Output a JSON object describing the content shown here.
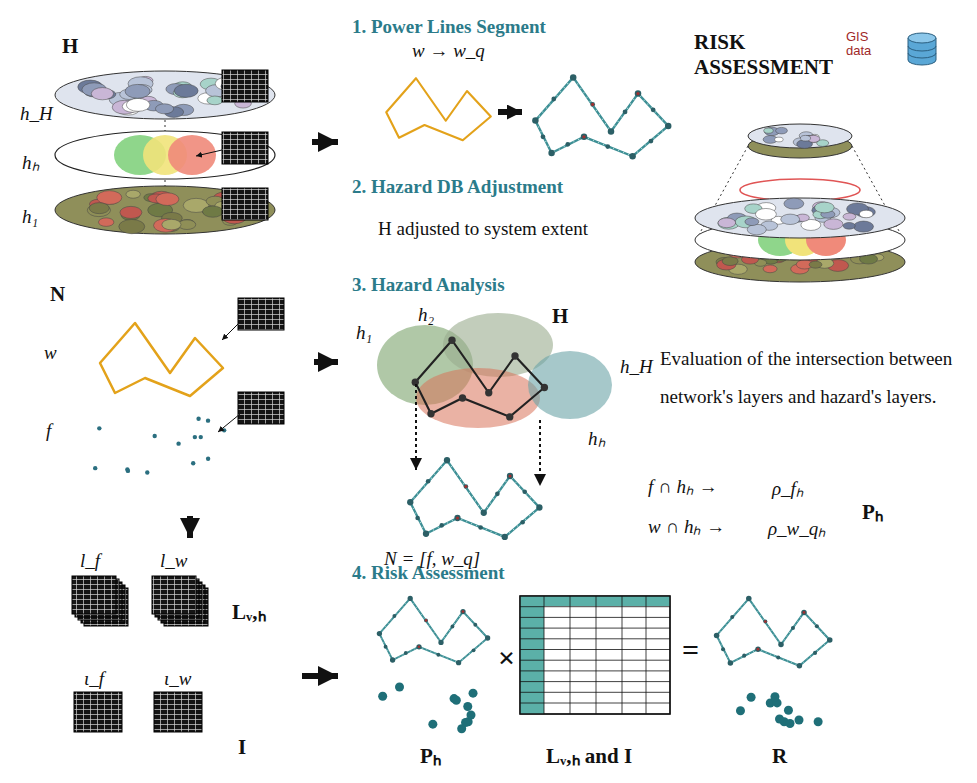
{
  "diagram": {
    "nodes": [
      {
        "text": [
          "H",
          "h_H",
          "hₕ",
          "h₁"
        ]
      },
      {
        "text": [
          "N",
          "w",
          "f"
        ]
      },
      {
        "text": []
      },
      {
        "text": [
          "l_f",
          "l_w",
          "Lᵥ,ₕ"
        ],
        "in": 2
      },
      {
        "text": [
          "ι_f",
          "ι_w",
          "I"
        ],
        "in": 2
      },
      {
        "text": [
          "1. Power Lines Segment",
          "2. Hazard DB Adjustment",
          "3. Hazard Analysis",
          "4. Risk Assessment"
        ]
      },
      {
        "text": [
          "RISK ASSESSMENT",
          "GIS data"
        ],
        "in": 5
      },
      {
        "text": [
          "ρ_fₕ",
          "ρ_w_qₕ",
          "Pₕ"
        ],
        "in": 5
      }
    ],
    "edges": [
      {
        "from": 0,
        "to": 5,
        "arrow": "to"
      },
      {
        "from": 1,
        "to": 5,
        "arrow": "to"
      },
      {
        "from": 1,
        "to": 2,
        "arrow": "to"
      },
      {
        "from": 2,
        "to": 5,
        "arrow": "to"
      }
    ],
    "labels": [
      "w → w_q",
      "H adjusted to system extent",
      "h₁",
      "h₂",
      "H",
      "h_H",
      "hₕ",
      "Evaluation of the intersection between network's layers and hazard's layers.",
      "N = [f, w_q]",
      "f ∩ hₕ →",
      "w ∩ hₕ →",
      "×",
      "=",
      "Pₕ",
      "Lᵥ,ₕ and I",
      "R"
    ]
  }
}
